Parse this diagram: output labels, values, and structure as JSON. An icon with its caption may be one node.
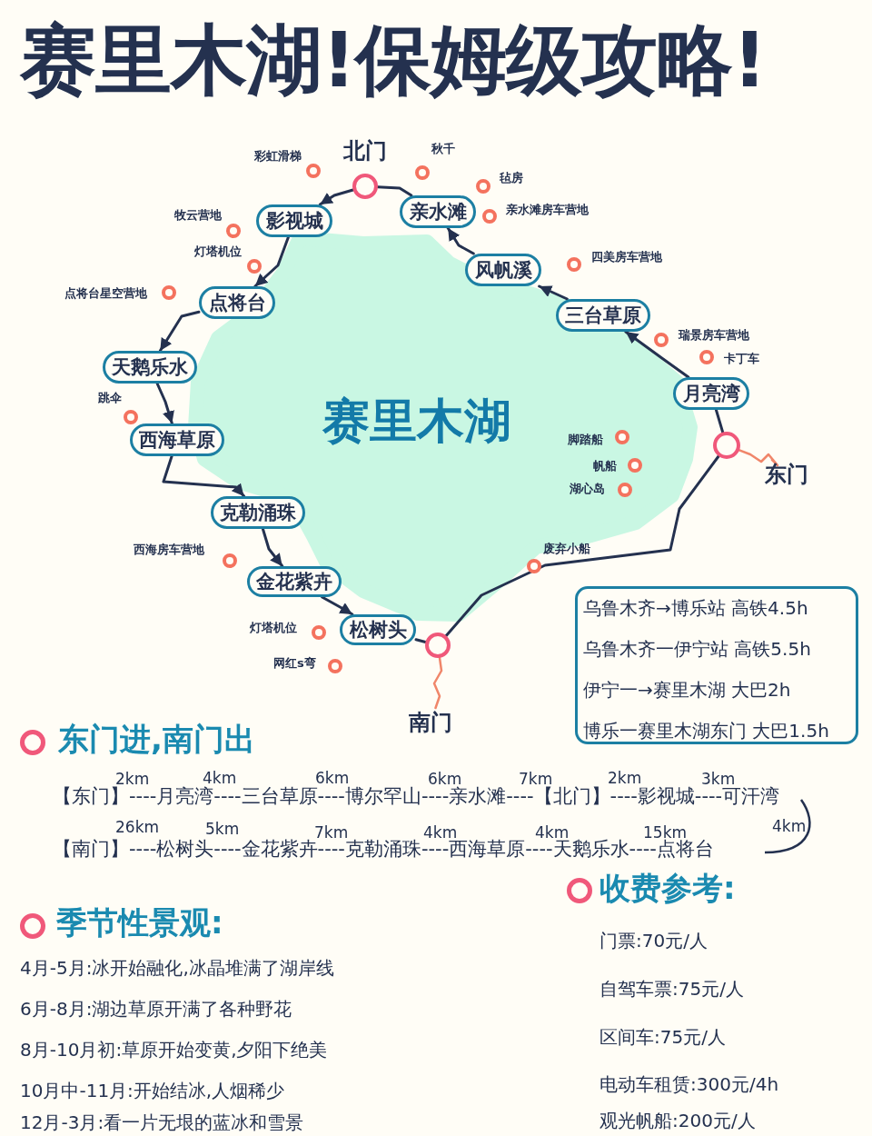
{
  "diagram": {
    "title": "赛里木湖!保姆级攻略!",
    "nodes": [
      {
        "text": [
          "赛里木湖"
        ]
      },
      {
        "text": [],
        "shape": "circle",
        "beside": [
          "北门"
        ]
      },
      {
        "text": [
          "亲水滩"
        ]
      },
      {
        "text": [
          "风帆溪"
        ]
      },
      {
        "text": [
          "三台草原"
        ]
      },
      {
        "text": [
          "月亮湾"
        ]
      },
      {
        "text": [],
        "shape": "circle"
      },
      {
        "text": [
          "东门"
        ]
      },
      {
        "text": [
          "影视城"
        ]
      },
      {
        "text": [
          "点将台"
        ]
      },
      {
        "text": [
          "天鹅乐水"
        ]
      },
      {
        "text": [
          "西海草原"
        ]
      },
      {
        "text": [
          "克勒涌珠"
        ]
      },
      {
        "text": [
          "金花紫卉"
        ]
      },
      {
        "text": [
          "松树头"
        ]
      },
      {
        "text": [],
        "shape": "circle"
      },
      {
        "text": [
          "南门"
        ]
      },
      {
        "text": [
          "乌鲁木齐→博乐站 高铁4.5h",
          "乌鲁木齐一伊宁站 高铁5.5h",
          "伊宁一→赛里木湖 大巴2h",
          "博乐一赛里木湖东门 大巴1.5h"
        ]
      },
      {
        "text": [],
        "shape": "circle",
        "beside": [
          "彩虹滑梯"
        ]
      },
      {
        "text": [],
        "shape": "circle",
        "beside": [
          "秋千"
        ]
      },
      {
        "text": [],
        "shape": "circle",
        "beside": [
          "毡房"
        ]
      },
      {
        "text": [],
        "shape": "circle",
        "beside": [
          "牧云营地"
        ]
      },
      {
        "text": [],
        "shape": "circle",
        "beside": [
          "亲水滩房车营地"
        ]
      },
      {
        "text": [],
        "shape": "circle",
        "beside": [
          "灯塔机位"
        ]
      },
      {
        "text": [],
        "shape": "circle",
        "beside": [
          "四美房车营地"
        ]
      },
      {
        "text": [],
        "shape": "circle",
        "beside": [
          "点将台星空营地"
        ]
      },
      {
        "text": [],
        "shape": "circle",
        "beside": [
          "瑞景房车营地"
        ]
      },
      {
        "text": [],
        "shape": "circle",
        "beside": [
          "卡丁车"
        ]
      },
      {
        "text": [],
        "shape": "circle",
        "beside": [
          "跳伞"
        ]
      },
      {
        "text": [],
        "shape": "circle",
        "beside": [
          "脚踏船"
        ],
        "in": 0
      },
      {
        "text": [],
        "shape": "circle",
        "beside": [
          "帆船"
        ],
        "in": 0
      },
      {
        "text": [],
        "shape": "circle",
        "beside": [
          "湖心岛"
        ],
        "in": 0
      },
      {
        "text": [],
        "shape": "circle",
        "beside": [
          "西海房车营地"
        ]
      },
      {
        "text": [],
        "shape": "circle",
        "beside": [
          "废弃小船"
        ]
      },
      {
        "text": [],
        "shape": "circle",
        "beside": [
          "灯塔机位"
        ]
      },
      {
        "text": [],
        "shape": "circle",
        "beside": [
          "网红s弯"
        ]
      }
    ],
    "edges": [
      {
        "from": 6,
        "to": 5,
        "arrow": "none"
      },
      {
        "from": 5,
        "to": 4,
        "arrow": "to"
      },
      {
        "from": 4,
        "to": 3,
        "arrow": "to"
      },
      {
        "from": 3,
        "to": 2,
        "arrow": "to"
      },
      {
        "from": 2,
        "to": 1,
        "arrow": "none"
      },
      {
        "from": 1,
        "to": 8,
        "arrow": "to"
      },
      {
        "from": 8,
        "to": 9,
        "arrow": "to"
      },
      {
        "from": 9,
        "to": 10,
        "arrow": "to"
      },
      {
        "from": 10,
        "to": 11,
        "arrow": "to"
      },
      {
        "from": 11,
        "to": 12,
        "arrow": "to"
      },
      {
        "from": 12,
        "to": 13,
        "arrow": "to"
      },
      {
        "from": 13,
        "to": 14,
        "arrow": "to"
      },
      {
        "from": 14,
        "to": 15,
        "arrow": "none"
      },
      {
        "from": 6,
        "to": 15,
        "arrow": "none"
      },
      {
        "from": 6,
        "to": 7,
        "arrow": "none",
        "color": "#f0866a"
      },
      {
        "from": 15,
        "to": 16,
        "arrow": "none",
        "color": "#f0866a"
      }
    ],
    "labels": [
      "东门进,南门出",
      "2km",
      "4km",
      "6km",
      "6km",
      "7km",
      "2km",
      "3km",
      "【东门】----月亮湾----三台草原----博尔罕山----亲水滩----【北门】----影视城----可汗湾",
      "26km",
      "5km",
      "7km",
      "4km",
      "4km",
      "15km",
      "4km",
      "【南门】----松树头----金花紫卉----克勒涌珠----西海草原----天鹅乐水----点将台",
      "季节性景观:",
      "4月-5月:冰开始融化,冰晶堆满了湖岸线",
      "6月-8月:湖边草原开满了各种野花",
      "8月-10月初:草原开始变黄,夕阳下绝美",
      "10月中-11月:开始结冰,人烟稀少",
      "12月-3月:看一片无垠的蓝冰和雪景",
      "收费参考:",
      "门票:70元/人",
      "自驾车票:75元/人",
      "区间车:75元/人",
      "电动车租赁:300元/4h",
      "观光帆船:200元/人"
    ]
  }
}
